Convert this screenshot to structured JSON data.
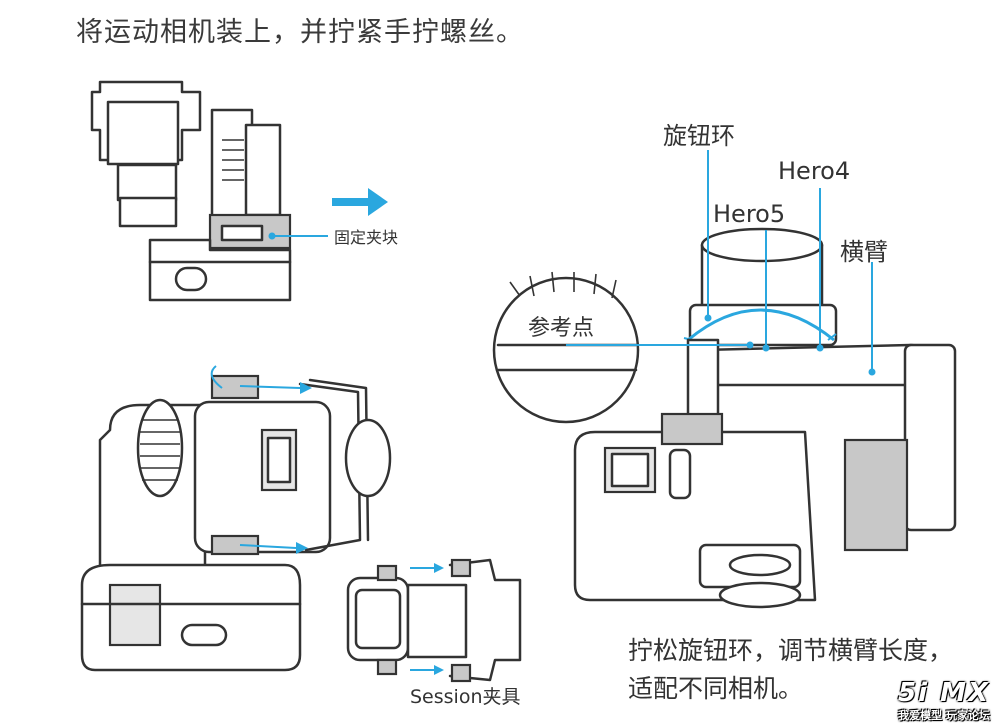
{
  "header": {
    "instruction": "将运动相机装上，并拧紧手拧螺丝。"
  },
  "callouts": {
    "clamp_block": "固定夹块",
    "knob_ring": "旋钮环",
    "hero4": "Hero4",
    "hero5": "Hero5",
    "crossarm": "横臂",
    "reference_point": "参考点",
    "session_clamp": "Session夹具"
  },
  "footer": {
    "line1": "拧松旋钮环，调节横臂长度，",
    "line2": "适配不同相机。"
  },
  "watermark": {
    "logo": "5i MX",
    "sub": "我爱模型 玩家论坛"
  },
  "colors": {
    "accent": "#2aa7df",
    "line": "#333333"
  }
}
